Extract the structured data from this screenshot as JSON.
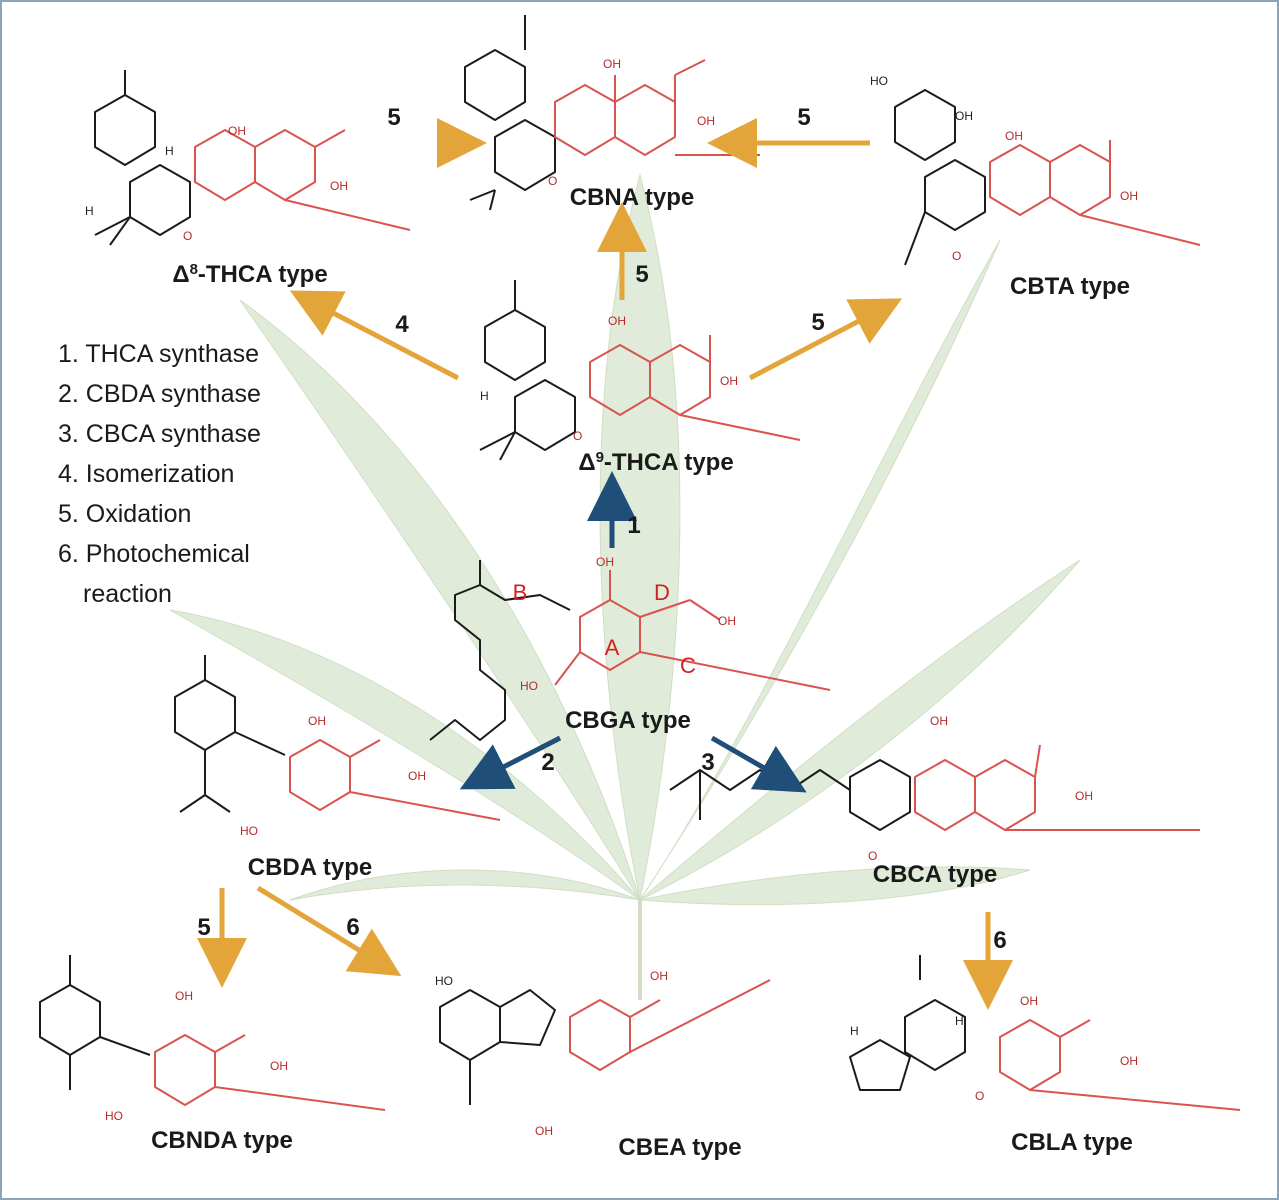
{
  "labels": {
    "cbna": "CBNA type",
    "d8thca_sup": "8",
    "d8thca_text": "-THCA type",
    "cbta": "CBTA type",
    "d9thca_sup": "9",
    "d9thca_text": "-THCA type",
    "delta": "Δ",
    "cbga": "CBGA type",
    "cbda": "CBDA type",
    "cbca": "CBCA type",
    "cbnda": "CBNDA type",
    "cbea": "CBEA type",
    "cbla": "CBLA type"
  },
  "ring_labels": {
    "a": "A",
    "b": "B",
    "c": "C",
    "d": "D"
  },
  "atoms": {
    "oh": "OH",
    "ho": "HO",
    "o": "O",
    "h": "H"
  },
  "legend": [
    "1. THCA synthase",
    "2. CBDA synthase",
    "3. CBCA synthase",
    "4. Isomerization",
    "5. Oxidation",
    "6. Photochemical",
    "reaction"
  ],
  "arrows": [
    {
      "id": "d8-to-cbna",
      "label": "5",
      "color": "orange"
    },
    {
      "id": "cbta-to-cbna",
      "label": "5",
      "color": "orange"
    },
    {
      "id": "d9-to-cbna",
      "label": "5",
      "color": "orange"
    },
    {
      "id": "d9-to-d8",
      "label": "4",
      "color": "orange"
    },
    {
      "id": "d9-to-cbta",
      "label": "5",
      "color": "orange"
    },
    {
      "id": "cbga-to-d9",
      "label": "1",
      "color": "blue"
    },
    {
      "id": "cbga-to-cbda",
      "label": "2",
      "color": "blue"
    },
    {
      "id": "cbga-to-cbca",
      "label": "3",
      "color": "blue"
    },
    {
      "id": "cbda-to-cbnda",
      "label": "5",
      "color": "orange"
    },
    {
      "id": "cbda-to-cbea",
      "label": "6",
      "color": "orange"
    },
    {
      "id": "cbca-to-cbla",
      "label": "6",
      "color": "orange"
    }
  ],
  "colors": {
    "orange": "#e3a53a",
    "blue": "#1f4e79",
    "skeleton": "#1b1b1b",
    "red": "#d9534f",
    "leaf": "#b9d3a9",
    "frame": "#8fa3b8"
  }
}
